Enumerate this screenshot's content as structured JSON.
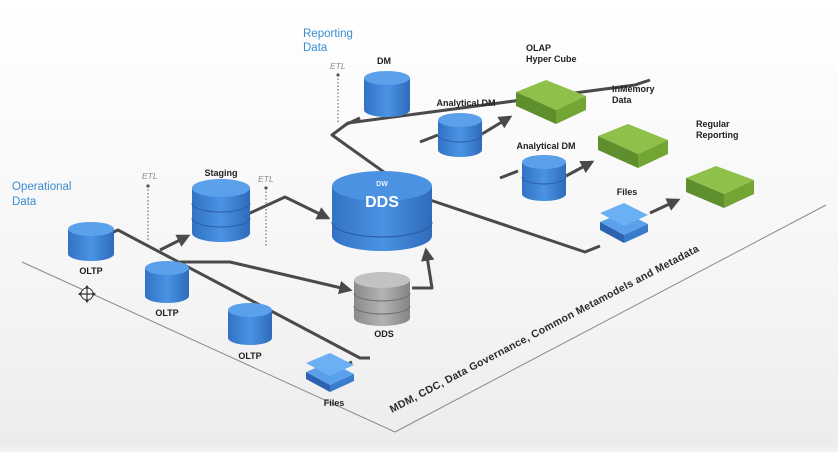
{
  "sections": {
    "operational": [
      "Operational",
      "Data"
    ],
    "reporting": [
      "Reporting",
      "Data"
    ]
  },
  "etl_labels": [
    "ETL",
    "ETL",
    "ETL"
  ],
  "nodes": {
    "oltp1": "OLTP",
    "oltp2": "OLTP",
    "oltp3": "OLTP",
    "staging": "Staging",
    "files_bottom": "Files",
    "ods": "ODS",
    "dw_sub": "DW",
    "dw_main": "DDS",
    "dm": "DM",
    "analytical_dm1": "Analytical DM",
    "analytical_dm2": "Analytical DM",
    "files_right": "Files",
    "olap": [
      "OLAP",
      "Hyper Cube"
    ],
    "inmemory": [
      "InMemory",
      "Data"
    ],
    "regular_reporting": [
      "Regular",
      "Reporting"
    ]
  },
  "baseline_text": "MDM, CDC, Data Governance, Common Metamodels and Metadata",
  "colors": {
    "db_blue": "#3f86d8",
    "db_blue_dark": "#2c63b0",
    "ods_gray": "#9c9c9c",
    "cube_green": "#7fb23f",
    "line_gray": "#4a4a4a",
    "section_blue": "#3a8bd0"
  }
}
